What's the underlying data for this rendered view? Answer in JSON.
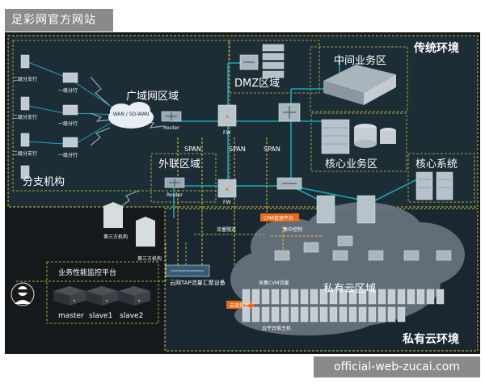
{
  "watermark": {
    "top": "足彩网官方网站",
    "bottom": "official-web-zucai.com"
  },
  "zones": {
    "traditional": "传统环境",
    "private_cloud": "私有云环境"
  },
  "labels": {
    "dmz": "DMZ区域",
    "middle_business": "中间业务区",
    "wan_zone": "广域网区域",
    "core_business": "核心业务区",
    "core_system": "核心系统",
    "extranet": "外联区域",
    "branch_org": "分支机构",
    "private_cloud_zone": "私有云区域",
    "perf_platform": "业务性能监控平台",
    "tap_device": "云网TAP流量汇聚设备",
    "cpm_platform": "CPM管理平台",
    "flow_tunnel": "流量隧道",
    "central_control": "集中控制",
    "cvm_collect": "采集CVM流量",
    "host_label": "云平台宿主机",
    "probe_label": "云流探针",
    "wan_cloud": "WAN / SD-WAN",
    "third_party_1": "第三方机构",
    "third_party_2": "第三方机构"
  },
  "span_labels": [
    "SPAN",
    "SPAN",
    "SPAN"
  ],
  "device_labels": {
    "router": "Router",
    "fw": "FW",
    "secondary_branch": "二级分支行",
    "primary_branch": "一级分行"
  },
  "servers": [
    "master",
    "slave1",
    "slave2"
  ],
  "colors": {
    "background": "#16191c",
    "zone_fill": "#1c2d35",
    "zone_border": "#c9c34a",
    "line_teal": "#16a8b8",
    "line_green": "#7cc43c",
    "line_yellow": "#e6c225",
    "cpm_orange": "#e86a1a"
  }
}
